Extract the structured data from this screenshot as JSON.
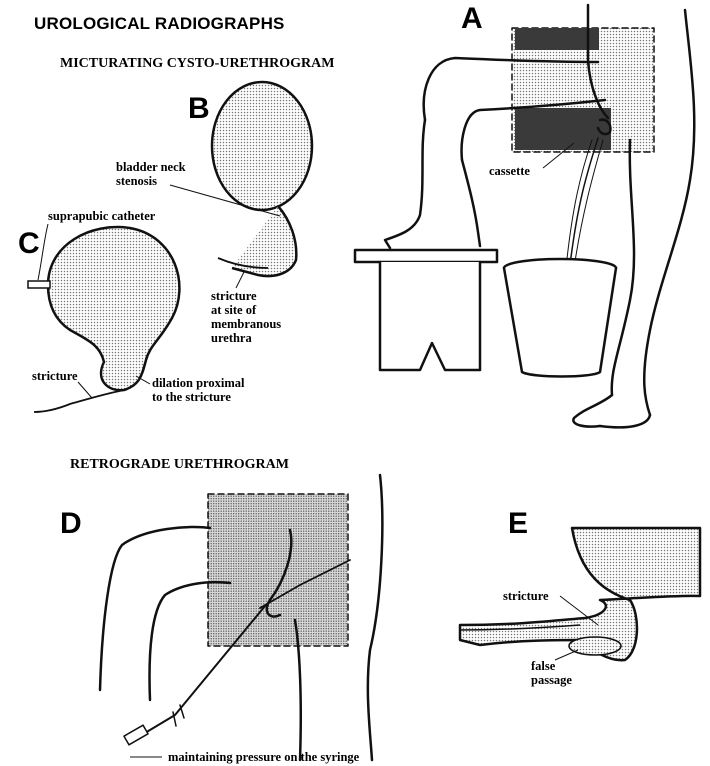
{
  "title": "UROLOGICAL RADIOGRAPHS",
  "sections": {
    "micturating": "MICTURATING CYSTO-URETHROGRAM",
    "retrograde": "RETROGRADE URETHROGRAM"
  },
  "panels": {
    "A": {
      "letter": "A",
      "labels": {
        "cassette": "cassette"
      }
    },
    "B": {
      "letter": "B",
      "labels": {
        "bladder_neck_1": "bladder neck",
        "bladder_neck_2": "stenosis",
        "stricture_1": "stricture",
        "stricture_2": "at site of",
        "stricture_3": "membranous",
        "stricture_4": "urethra"
      }
    },
    "C": {
      "letter": "C",
      "labels": {
        "suprapubic": "suprapubic catheter",
        "stricture": "stricture",
        "dilation_1": "dilation proximal",
        "dilation_2": "to the stricture"
      }
    },
    "D": {
      "letter": "D",
      "labels": {
        "syringe": "maintaining pressure on the syringe"
      }
    },
    "E": {
      "letter": "E",
      "labels": {
        "stricture": "stricture",
        "false_1": "false",
        "false_2": "passage"
      }
    }
  },
  "colors": {
    "ink": "#111111",
    "stipple": "#bdbdbd",
    "cassette_dark": "#3a3a3a"
  }
}
